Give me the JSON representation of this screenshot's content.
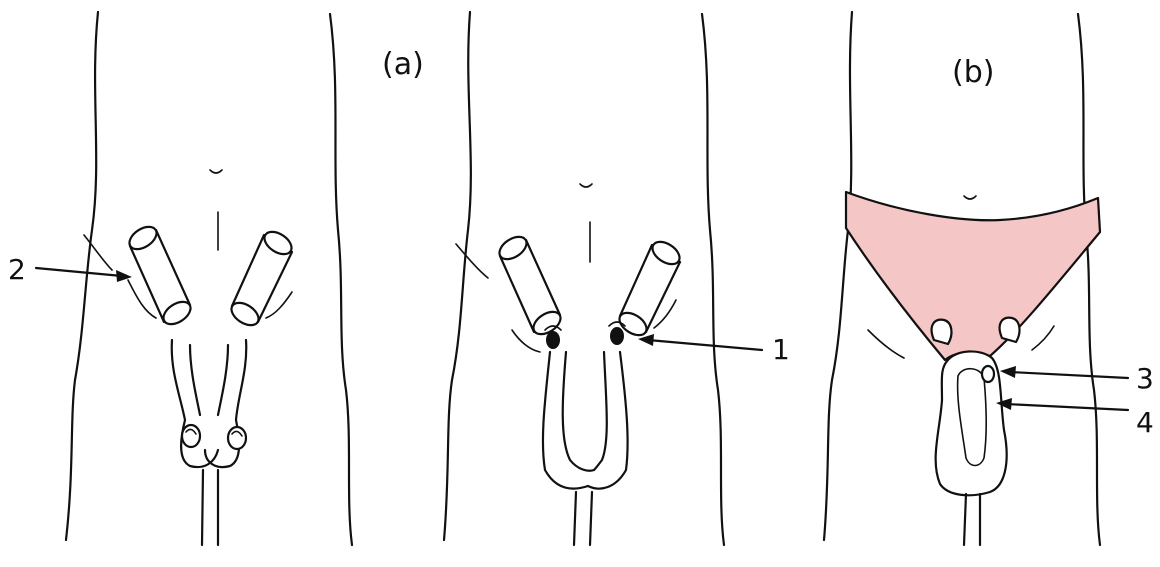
{
  "panel_labels": {
    "a": "(a)",
    "b": "(b)"
  },
  "callouts": {
    "c1": "1",
    "c2": "2",
    "c3": "3",
    "c4": "4"
  },
  "colors": {
    "shaded_region": "#f5c6c6",
    "ink": "#111111"
  }
}
